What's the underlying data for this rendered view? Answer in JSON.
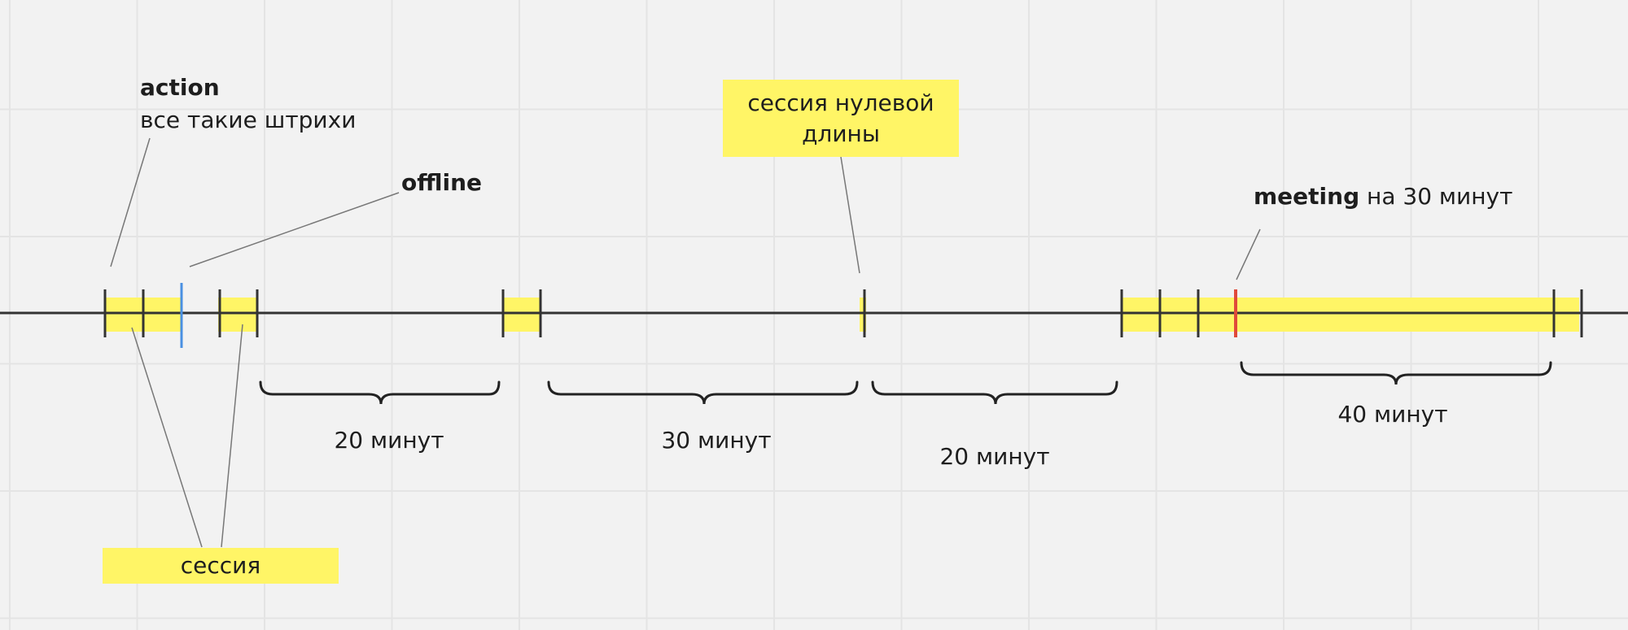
{
  "labels": {
    "action_title": "action",
    "action_desc": "все такие штрихи",
    "offline_title": "offline",
    "meeting_title": "meeting",
    "meeting_desc": "на 30 минут"
  },
  "stickies": {
    "zero_session": "сессия нулевой длины",
    "session": "сессия"
  },
  "durations": [
    "20 минут",
    "30 минут",
    "20 минут",
    "40 минут"
  ],
  "colors": {
    "session_highlight": "#fff566",
    "offline_tick": "#4a90e2",
    "meeting_tick": "#e04a3a",
    "action_tick": "#333333"
  }
}
